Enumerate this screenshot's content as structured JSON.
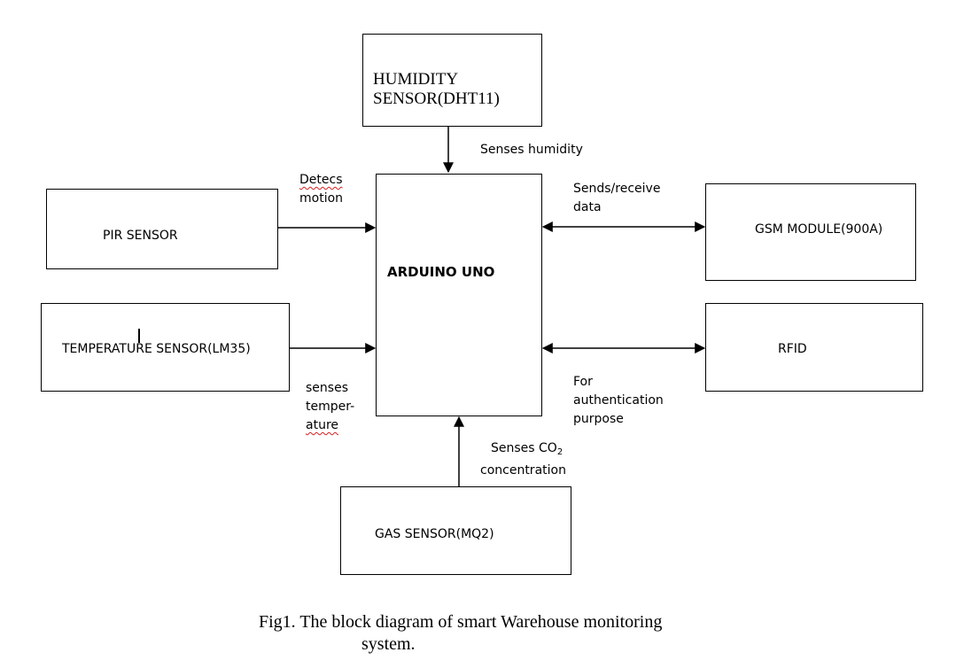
{
  "blocks": {
    "humidity": {
      "line1": "HUMIDITY",
      "line2": "SENSOR(DHT11)"
    },
    "pir": {
      "label": "PIR SENSOR"
    },
    "temperature": {
      "label": "TEMPERATURE SENSOR(LM35)"
    },
    "arduino": {
      "label": "ARDUINO UNO"
    },
    "gsm": {
      "label": "GSM MODULE(900A)"
    },
    "rfid": {
      "label": "RFID"
    },
    "gas": {
      "label": "GAS SENSOR(MQ2)"
    }
  },
  "annotations": {
    "humidity": "Senses humidity",
    "pir": {
      "line1": "Detecs",
      "line2": "motion"
    },
    "gsm": {
      "line1": "Sends/receive",
      "line2": "data"
    },
    "temperature": {
      "line1": "senses",
      "line2": "temper-",
      "line3": "ature"
    },
    "rfid": {
      "line1": "For",
      "line2": "authentication",
      "line3": "purpose"
    },
    "gas": {
      "line1_prefix": "Senses CO",
      "subscript": "2",
      "line2": "concentration"
    }
  },
  "caption": {
    "line1": "Fig1. The block diagram of smart Warehouse monitoring",
    "line2": "system."
  },
  "colors": {
    "stroke": "#000000",
    "spellcheck": "#d42020"
  }
}
